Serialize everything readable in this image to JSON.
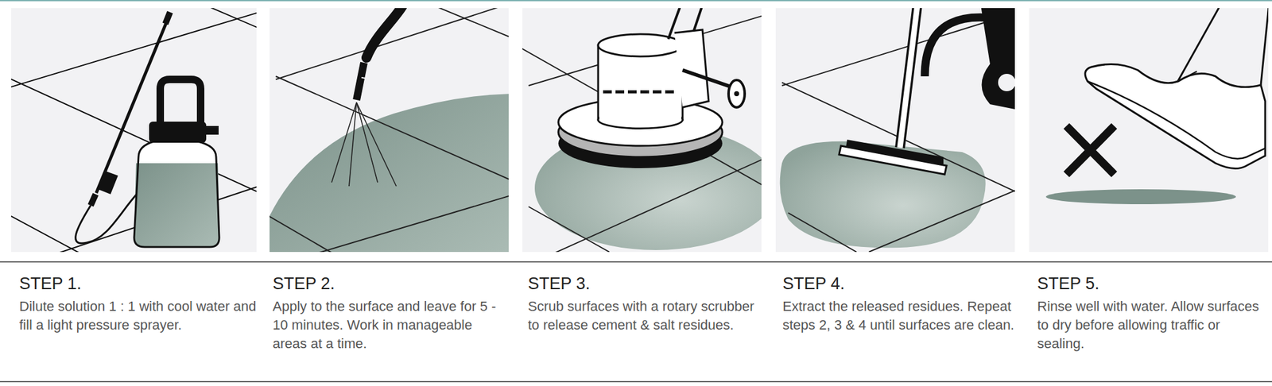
{
  "diagram": {
    "nodes": [
      {
        "text": [
          "STEP 1.",
          "Dilute solution 1 : 1 with cool water and fill a light pressure sprayer."
        ]
      },
      {
        "text": [
          "STEP 2.",
          "Apply to the surface and leave for 5 - 10 minutes. Work in manageable areas at a time."
        ]
      },
      {
        "text": [
          "STEP 3.",
          "Scrub surfaces with a rotary scrubber to release cement & salt residues."
        ]
      },
      {
        "text": [
          "STEP 4.",
          "Extract the released residues. Repeat steps 2, 3 & 4 until surfaces are clean."
        ]
      },
      {
        "text": [
          "STEP 5.",
          "Rinse well with water. Allow surfaces to dry before allowing traffic or sealing."
        ]
      }
    ]
  }
}
